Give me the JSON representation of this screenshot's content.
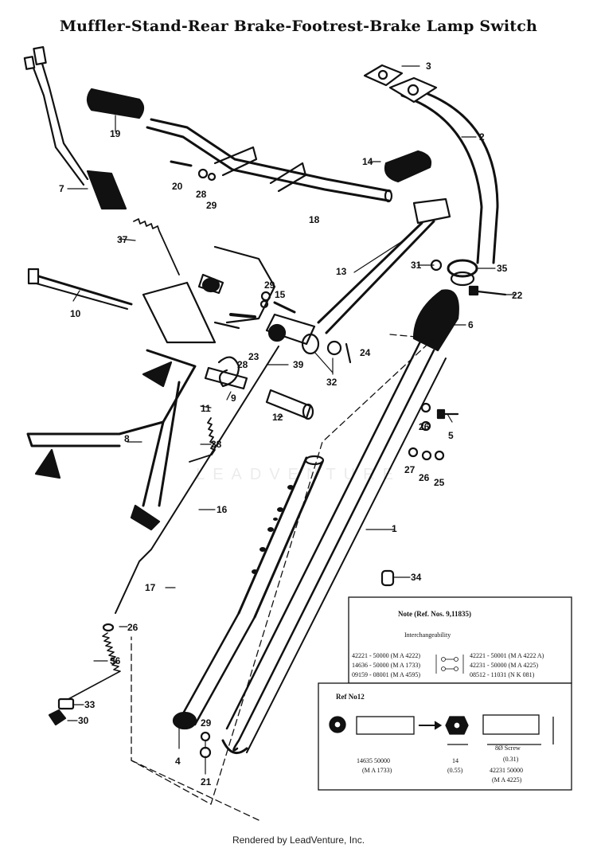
{
  "title": "Muffler-Stand-Rear Brake-Footrest-Brake Lamp Switch",
  "watermark": "LEADVENTURE",
  "footer": "Rendered by LeadVenture, Inc.",
  "callouts": [
    "1",
    "2",
    "3",
    "4",
    "5",
    "6",
    "7",
    "8",
    "9",
    "10",
    "11",
    "12",
    "13",
    "14",
    "15",
    "16",
    "17",
    "18",
    "19",
    "20",
    "21",
    "22",
    "23",
    "24",
    "25",
    "26",
    "26",
    "26",
    "27",
    "28",
    "28",
    "29",
    "29",
    "30",
    "31",
    "32",
    "33",
    "34",
    "35",
    "36",
    "37",
    "38",
    "39"
  ],
  "note_box": {
    "title": "Note (Ref. Nos. 9,11835)",
    "subtitle": "Interchangeability",
    "rows": [
      {
        "left": "42221 - 50000 (M A 4222)",
        "right": "42221 - 50001 (M A 4222 A)"
      },
      {
        "left": "14636 - 50000 (M A 1733)",
        "right": "42231 - 50000 (M A 4225)"
      },
      {
        "left": "09159 - 08001 (M A 4595)",
        "right": "08512 - 11031 (N K 081)"
      }
    ]
  },
  "ref_box": {
    "label": "Ref  No12",
    "part_left": "14635  50000",
    "part_left_code": "(M A  1733)",
    "dim_a": "14",
    "dim_a2": "(0.55)",
    "screw": "8Ø Screw",
    "dim_b": "(0.31)",
    "part_right": "42231  50000",
    "part_right_code": "(M A  4225)"
  }
}
